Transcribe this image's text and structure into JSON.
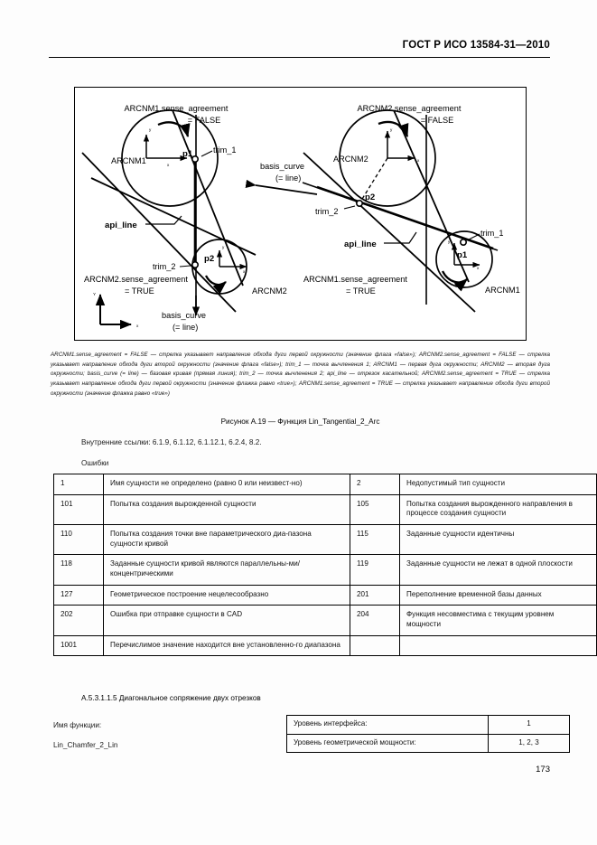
{
  "header": {
    "standard_title": "ГОСТ Р ИСО 13584-31—2010"
  },
  "figure": {
    "left_diagram": {
      "arc1_label": "ARCNM1",
      "arc2_label": "ARCNM2",
      "sense1_line1": "ARCNM1.sense_agreement",
      "sense1_line2": "= FALSE",
      "sense2_line1": "ARCNM2.sense_agreement",
      "sense2_line2": "= TRUE",
      "p1": "p1",
      "p2": "p2",
      "trim1": "trim_1",
      "trim2": "trim_2",
      "api_line": "api_line",
      "basis_line1": "basis_curve",
      "basis_line2": "(= line)",
      "axis_x": "x",
      "axis_y": "y",
      "global_x": "x",
      "global_y": "Y"
    },
    "right_diagram": {
      "arc1_label": "ARCNM1",
      "arc2_label": "ARCNM2",
      "sense2_line1": "ARCNM2.sense_agreement",
      "sense2_line2": "= FALSE",
      "sense1_line1": "ARCNM1.sense_agreement",
      "sense1_line2": "= TRUE",
      "p1": "p1",
      "p2": "p2",
      "trim1": "trim_1",
      "trim2": "trim_2",
      "api_line": "api_line",
      "basis_line1": "basis_curve",
      "basis_line2": "(= line)",
      "axis_x": "x",
      "axis_y": "y"
    },
    "note": "ARCNM1.sense_agreement = FALSE — стрелка указывает направление обхода дуги первой окружности (значение флага «false»); ARCNM2.sense_agreement = FALSE — стрелка указывает направление обхода дуги второй окружности (значение флага «false»); trim_1 — точка вычленения 1; ARCNM1 — первая дуга окружности; ARCNM2 — вторая дуга окружности; basis_curve (= line) — базовая кривая (прямая линия); trim_2 — точка вычленения 2; api_line — отрезок касательной; ARCNM2.sense_agreement = TRUE — стрелка указывает направление обхода дуги первой окружности (значение флажка равно «true»); ARCNM1.sense_agreement = TRUE — стрелка указывает направление обхода дуги второй окружности (значение флажка равно «true»)",
    "caption": "Рисунок А.19 — Функция Lin_Tangential_2_Arc"
  },
  "internal_refs": "Внутренние ссылки: 6.1.9, 6.1.12, 6.1.12.1, 6.2.4, 8.2.",
  "errors_label": "Ошибки",
  "errors_table": {
    "rows": [
      {
        "code_left": "1",
        "desc_left": "Имя сущности не определено (равно 0 или неизвест-но)",
        "code_right": "2",
        "desc_right": "Недопустимый тип сущности"
      },
      {
        "code_left": "101",
        "desc_left": "Попытка создания вырожденной сущности",
        "code_right": "105",
        "desc_right": "Попытка создания вырожденного направления в процессе создания сущности"
      },
      {
        "code_left": "110",
        "desc_left": "Попытка создания точки вне параметрического диа-пазона сущности кривой",
        "code_right": "115",
        "desc_right": "Заданные сущности идентичны"
      },
      {
        "code_left": "118",
        "desc_left": "Заданные сущности кривой являются параллельны-ми/концентрическими",
        "code_right": "119",
        "desc_right": "Заданные сущности не лежат в одной плоскости"
      },
      {
        "code_left": "127",
        "desc_left": "Геометрическое построение нецелесообразно",
        "code_right": "201",
        "desc_right": "Переполнение временной базы данных"
      },
      {
        "code_left": "202",
        "desc_left": "Ошибка при отправке сущности в CAD",
        "code_right": "204",
        "desc_right": "Функция несовместима с текущим уровнем мощности"
      },
      {
        "code_left": "1001",
        "desc_left": "Перечислимое значение находится вне установленно-го диапазона",
        "code_right": "",
        "desc_right": ""
      }
    ]
  },
  "section": {
    "heading": "А.5.3.1.1.5 Диагональное сопряжение двух отрезков",
    "function_label": "Имя функции:",
    "function_name": "Lin_Chamfer_2_Lin"
  },
  "function_table": {
    "rows": [
      {
        "label": "Уровень интерфейса:",
        "value": "1"
      },
      {
        "label": "Уровень геометрической мощности:",
        "value": "1, 2, 3"
      }
    ]
  },
  "page_number": "173"
}
